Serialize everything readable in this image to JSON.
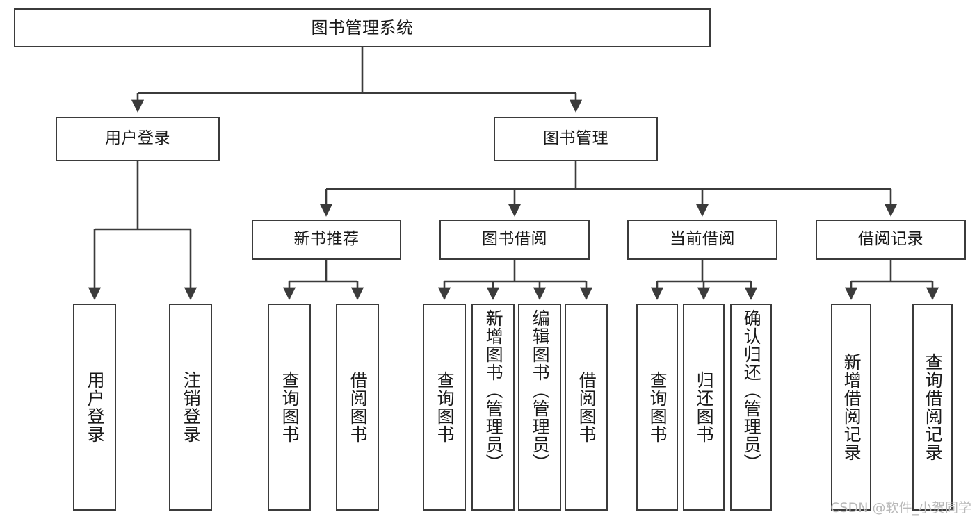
{
  "diagram": {
    "type": "tree",
    "title": "图书管理系统",
    "orientation": "top-down",
    "line_color": "#3b3b3b",
    "box_fill": "#ffffff",
    "text_color": "#1a1a1a"
  },
  "nodes": {
    "root": {
      "label": "图书管理系统",
      "level": 1
    },
    "l2": [
      {
        "id": "user-login",
        "label": "用户登录",
        "level": 2
      },
      {
        "id": "book-manage",
        "label": "图书管理",
        "level": 2
      }
    ],
    "l3": [
      {
        "id": "new-book-rec",
        "label": "新书推荐",
        "level": 3,
        "parent": "book-manage"
      },
      {
        "id": "book-borrow",
        "label": "图书借阅",
        "level": 3,
        "parent": "book-manage"
      },
      {
        "id": "current-borrow",
        "label": "当前借阅",
        "level": 3,
        "parent": "book-manage"
      },
      {
        "id": "borrow-record",
        "label": "借阅记录",
        "level": 3,
        "parent": "book-manage"
      }
    ],
    "leaves": {
      "user_login": [
        {
          "id": "leaf-user-login",
          "label": "用户登录"
        },
        {
          "id": "leaf-logout",
          "label": "注销登录"
        }
      ],
      "new_book_rec": [
        {
          "id": "leaf-query-book-1",
          "label": "查询图书"
        },
        {
          "id": "leaf-borrow-book-1",
          "label": "借阅图书"
        }
      ],
      "book_borrow": [
        {
          "id": "leaf-query-book-2",
          "label": "查询图书"
        },
        {
          "id": "leaf-add-book",
          "label": "新增图书（管理员）"
        },
        {
          "id": "leaf-edit-book",
          "label": "编辑图书（管理员）"
        },
        {
          "id": "leaf-borrow-book-2",
          "label": "借阅图书"
        }
      ],
      "current_borrow": [
        {
          "id": "leaf-query-book-3",
          "label": "查询图书"
        },
        {
          "id": "leaf-return-book",
          "label": "归还图书"
        },
        {
          "id": "leaf-confirm-return",
          "label": "确认归还（管理员）"
        }
      ],
      "borrow_record": [
        {
          "id": "leaf-add-record",
          "label": "新增借阅记录"
        },
        {
          "id": "leaf-query-record",
          "label": "查询借阅记录"
        }
      ]
    }
  },
  "watermark": {
    "text": "CSDN @软件_小贺同学"
  }
}
